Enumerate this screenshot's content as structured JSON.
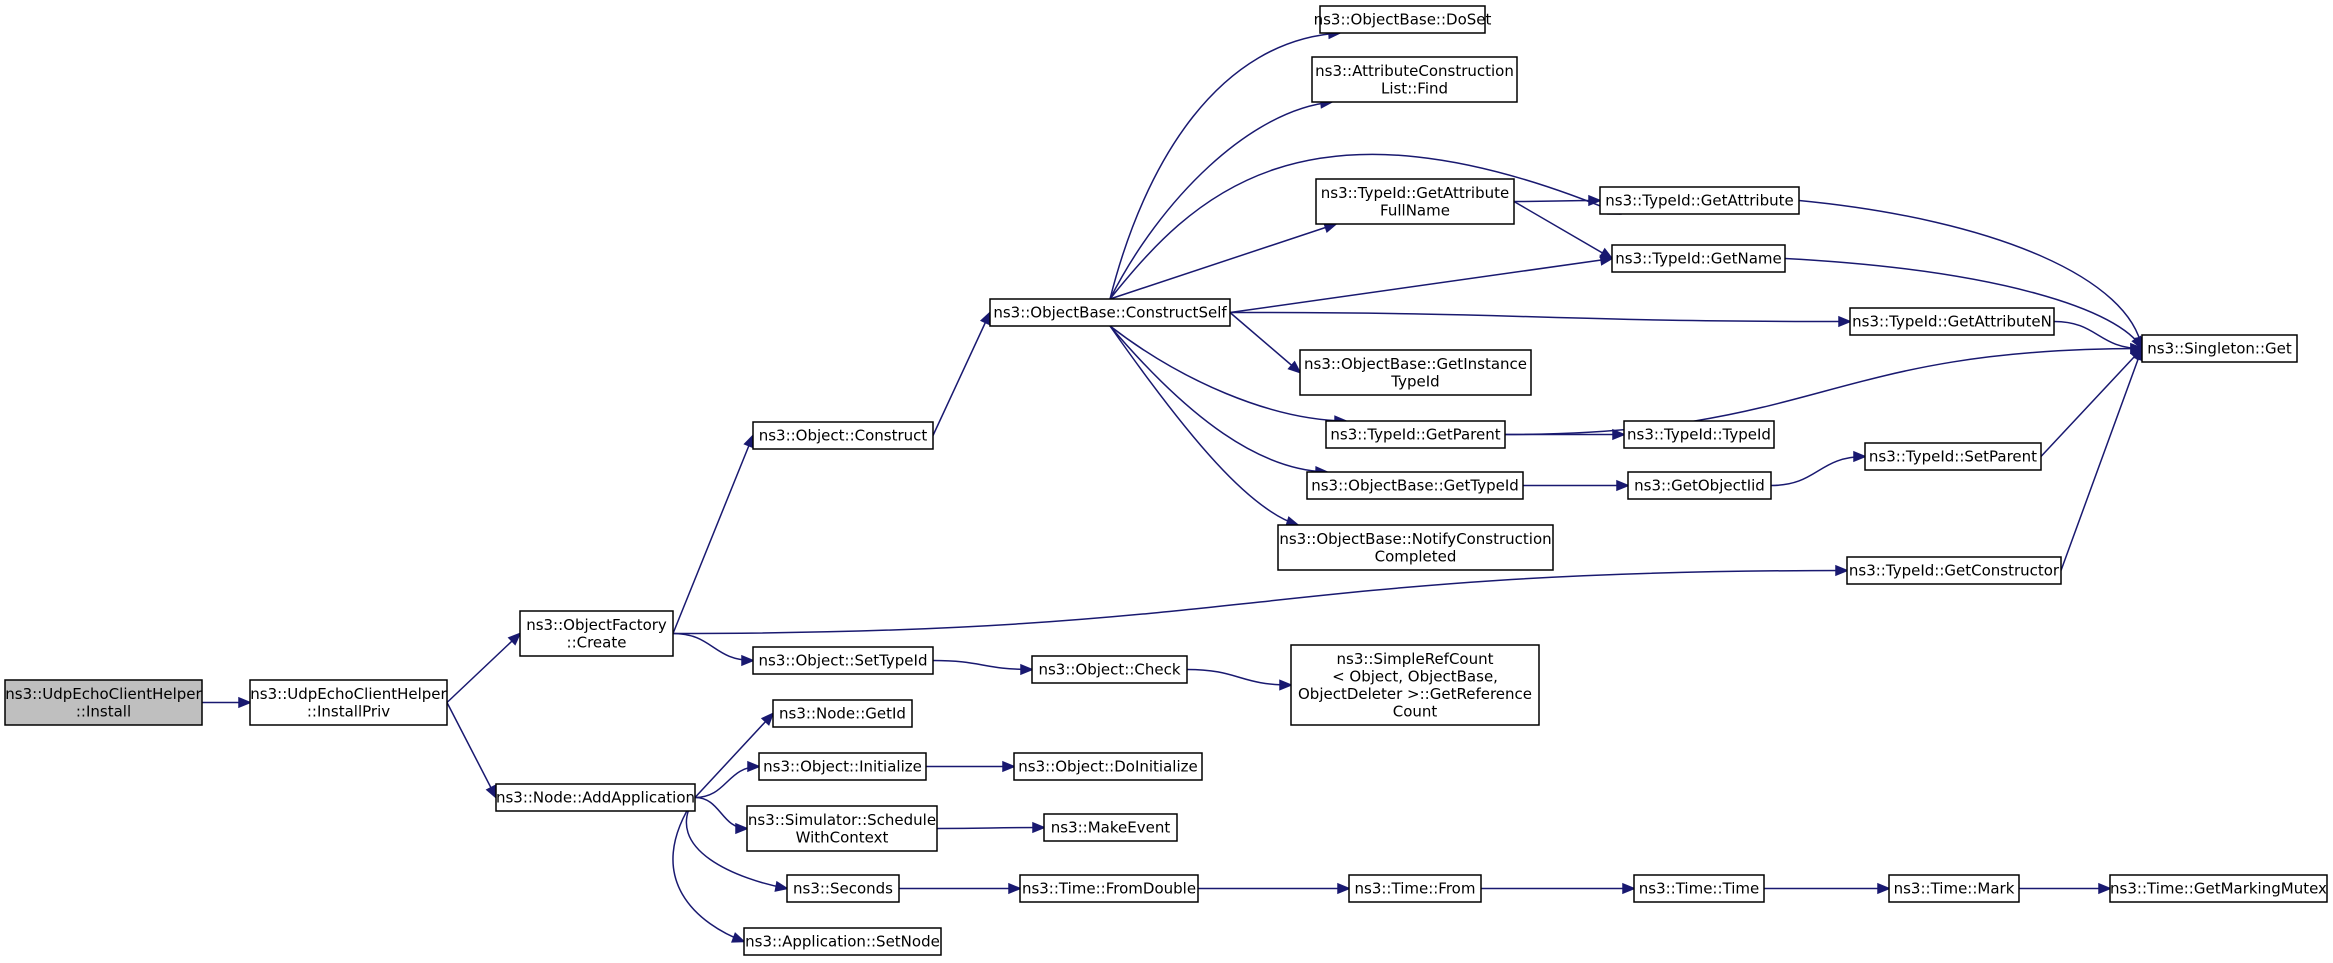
{
  "colors": {
    "edge": "#191970",
    "root_fill": "#bfbfbf",
    "node_fill": "#ffffff",
    "node_border": "#000000"
  },
  "nodes": {
    "n_udp_install": {
      "lines": [
        "ns3::UdpEchoClientHelper",
        "::Install"
      ]
    },
    "n_install_priv": {
      "lines": [
        "ns3::UdpEchoClientHelper",
        "::InstallPriv"
      ]
    },
    "n_factory_create": {
      "lines": [
        "ns3::ObjectFactory",
        "::Create"
      ]
    },
    "n_node_addapp": {
      "lines": [
        "ns3::Node::AddApplication"
      ]
    },
    "n_object_construct": {
      "lines": [
        "ns3::Object::Construct"
      ]
    },
    "n_object_settypeid": {
      "lines": [
        "ns3::Object::SetTypeId"
      ]
    },
    "n_typeid_getconstructor": {
      "lines": [
        "ns3::TypeId::GetConstructor"
      ]
    },
    "n_objbase_constructself": {
      "lines": [
        "ns3::ObjectBase::ConstructSelf"
      ]
    },
    "n_objbase_doset": {
      "lines": [
        "ns3::ObjectBase::DoSet"
      ]
    },
    "n_attr_find": {
      "lines": [
        "ns3::AttributeConstruction",
        "List::Find"
      ]
    },
    "n_typeid_getattributefullname": {
      "lines": [
        "ns3::TypeId::GetAttribute",
        "FullName"
      ]
    },
    "n_typeid_getattribute": {
      "lines": [
        "ns3::TypeId::GetAttribute"
      ]
    },
    "n_typeid_getname": {
      "lines": [
        "ns3::TypeId::GetName"
      ]
    },
    "n_typeid_getattributen": {
      "lines": [
        "ns3::TypeId::GetAttributeN"
      ]
    },
    "n_singleton_get": {
      "lines": [
        "ns3::Singleton::Get"
      ]
    },
    "n_objbase_getinstancetypeid": {
      "lines": [
        "ns3::ObjectBase::GetInstance",
        "TypeId"
      ]
    },
    "n_typeid_getparent": {
      "lines": [
        "ns3::TypeId::GetParent"
      ]
    },
    "n_typeid_typeid": {
      "lines": [
        "ns3::TypeId::TypeId"
      ]
    },
    "n_objbase_gettypeid": {
      "lines": [
        "ns3::ObjectBase::GetTypeId"
      ]
    },
    "n_getobjectiid": {
      "lines": [
        "ns3::GetObjectIid"
      ]
    },
    "n_typeid_setparent": {
      "lines": [
        "ns3::TypeId::SetParent"
      ]
    },
    "n_objbase_notify": {
      "lines": [
        "ns3::ObjectBase::NotifyConstruction",
        "Completed"
      ]
    },
    "n_object_check": {
      "lines": [
        "ns3::Object::Check"
      ]
    },
    "n_simplerefcount": {
      "lines": [
        "ns3::SimpleRefCount",
        "< Object, ObjectBase,",
        " ObjectDeleter >::GetReference",
        "Count"
      ]
    },
    "n_node_getid": {
      "lines": [
        "ns3::Node::GetId"
      ]
    },
    "n_object_initialize": {
      "lines": [
        "ns3::Object::Initialize"
      ]
    },
    "n_object_doinitialize": {
      "lines": [
        "ns3::Object::DoInitialize"
      ]
    },
    "n_simulator_schedule": {
      "lines": [
        "ns3::Simulator::Schedule",
        "WithContext"
      ]
    },
    "n_makeevent": {
      "lines": [
        "ns3::MakeEvent"
      ]
    },
    "n_seconds": {
      "lines": [
        "ns3::Seconds"
      ]
    },
    "n_time_fromdouble": {
      "lines": [
        "ns3::Time::FromDouble"
      ]
    },
    "n_time_from": {
      "lines": [
        "ns3::Time::From"
      ]
    },
    "n_time_time": {
      "lines": [
        "ns3::Time::Time"
      ]
    },
    "n_time_mark": {
      "lines": [
        "ns3::Time::Mark"
      ]
    },
    "n_time_getmarkingmutex": {
      "lines": [
        "ns3::Time::GetMarkingMutex"
      ]
    },
    "n_app_setnode": {
      "lines": [
        "ns3::Application::SetNode"
      ]
    }
  },
  "edges": [
    [
      "n_udp_install",
      "n_install_priv"
    ],
    [
      "n_install_priv",
      "n_factory_create"
    ],
    [
      "n_install_priv",
      "n_node_addapp"
    ],
    [
      "n_factory_create",
      "n_object_construct"
    ],
    [
      "n_factory_create",
      "n_object_settypeid"
    ],
    [
      "n_factory_create",
      "n_typeid_getconstructor"
    ],
    [
      "n_object_construct",
      "n_objbase_constructself"
    ],
    [
      "n_objbase_constructself",
      "n_objbase_doset"
    ],
    [
      "n_objbase_constructself",
      "n_attr_find"
    ],
    [
      "n_objbase_constructself",
      "n_typeid_getattribute"
    ],
    [
      "n_objbase_constructself",
      "n_typeid_getattributefullname"
    ],
    [
      "n_objbase_constructself",
      "n_typeid_getname"
    ],
    [
      "n_objbase_constructself",
      "n_typeid_getattributen"
    ],
    [
      "n_objbase_constructself",
      "n_objbase_getinstancetypeid"
    ],
    [
      "n_objbase_constructself",
      "n_typeid_getparent"
    ],
    [
      "n_objbase_constructself",
      "n_objbase_gettypeid"
    ],
    [
      "n_objbase_constructself",
      "n_objbase_notify"
    ],
    [
      "n_typeid_getattributefullname",
      "n_typeid_getattribute"
    ],
    [
      "n_typeid_getattributefullname",
      "n_typeid_getname"
    ],
    [
      "n_typeid_getattribute",
      "n_singleton_get"
    ],
    [
      "n_typeid_getname",
      "n_singleton_get"
    ],
    [
      "n_typeid_getattributen",
      "n_singleton_get"
    ],
    [
      "n_typeid_getparent",
      "n_singleton_get"
    ],
    [
      "n_typeid_getparent",
      "n_typeid_typeid"
    ],
    [
      "n_objbase_gettypeid",
      "n_getobjectiid"
    ],
    [
      "n_getobjectiid",
      "n_typeid_setparent"
    ],
    [
      "n_typeid_setparent",
      "n_singleton_get"
    ],
    [
      "n_typeid_getconstructor",
      "n_singleton_get"
    ],
    [
      "n_object_settypeid",
      "n_object_check"
    ],
    [
      "n_object_check",
      "n_simplerefcount"
    ],
    [
      "n_node_addapp",
      "n_node_getid"
    ],
    [
      "n_node_addapp",
      "n_object_initialize"
    ],
    [
      "n_node_addapp",
      "n_simulator_schedule"
    ],
    [
      "n_node_addapp",
      "n_seconds"
    ],
    [
      "n_node_addapp",
      "n_app_setnode"
    ],
    [
      "n_object_initialize",
      "n_object_doinitialize"
    ],
    [
      "n_simulator_schedule",
      "n_makeevent"
    ],
    [
      "n_seconds",
      "n_time_fromdouble"
    ],
    [
      "n_time_fromdouble",
      "n_time_from"
    ],
    [
      "n_time_from",
      "n_time_time"
    ],
    [
      "n_time_time",
      "n_time_mark"
    ],
    [
      "n_time_mark",
      "n_time_getmarkingmutex"
    ]
  ]
}
